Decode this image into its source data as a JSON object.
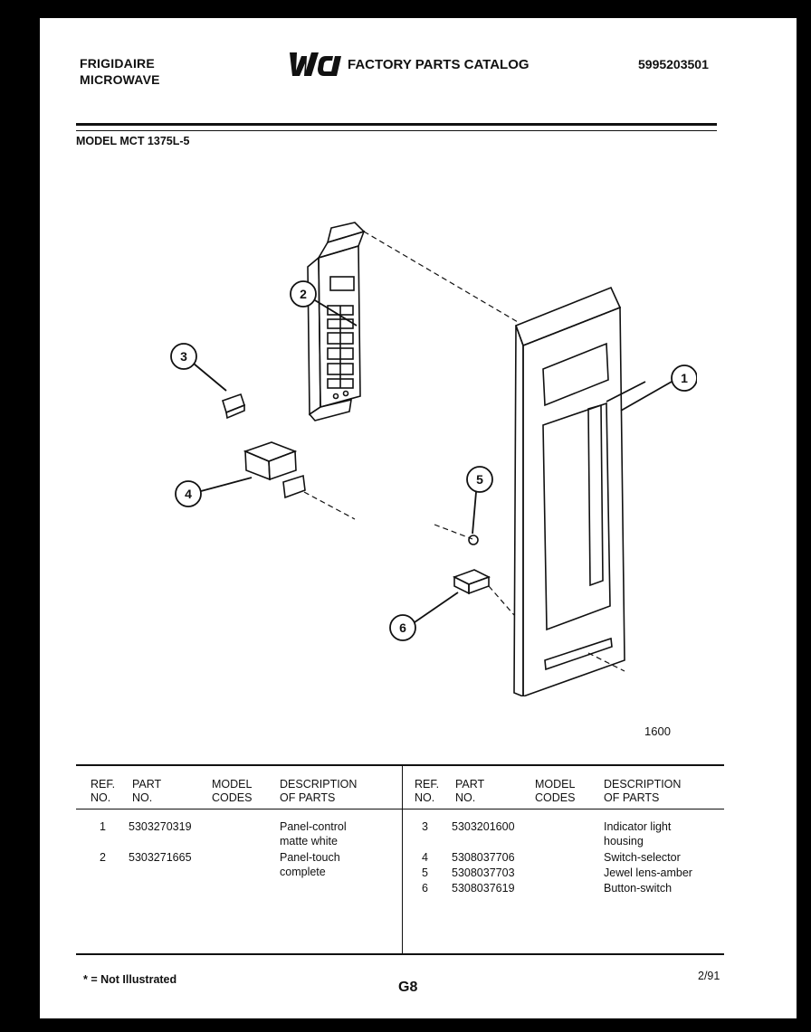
{
  "header": {
    "brand_line1": "FRIGIDAIRE",
    "brand_line2": "MICROWAVE",
    "logo_text": "WCI",
    "catalog_title": "FACTORY PARTS CATALOG",
    "catalog_number": "5995203501",
    "model": "MODEL MCT 1375L-5"
  },
  "diagram": {
    "callouts": [
      "1",
      "2",
      "3",
      "4",
      "5",
      "6"
    ],
    "code": "1600"
  },
  "table": {
    "headers": {
      "ref1": "REF.",
      "ref2": "NO.",
      "part1": "PART",
      "part2": "NO.",
      "model1": "MODEL",
      "model2": "CODES",
      "desc1": "DESCRIPTION",
      "desc2": "OF PARTS"
    },
    "left_rows": [
      {
        "ref": "1",
        "part": "5303270319",
        "desc1": "Panel-control",
        "desc2": "matte white"
      },
      {
        "ref": "2",
        "part": "5303271665",
        "desc1": "Panel-touch",
        "desc2": "complete"
      }
    ],
    "right_rows": [
      {
        "ref": "3",
        "part": "5303201600",
        "desc1": "Indicator light",
        "desc2": "housing"
      },
      {
        "ref": "4",
        "part": "5308037706",
        "desc1": "Switch-selector",
        "desc2": ""
      },
      {
        "ref": "5",
        "part": "5308037703",
        "desc1": "Jewel lens-amber",
        "desc2": ""
      },
      {
        "ref": "6",
        "part": "5308037619",
        "desc1": "Button-switch",
        "desc2": ""
      }
    ]
  },
  "footer": {
    "note": "* = Not Illustrated",
    "page": "G8",
    "date": "2/91"
  }
}
